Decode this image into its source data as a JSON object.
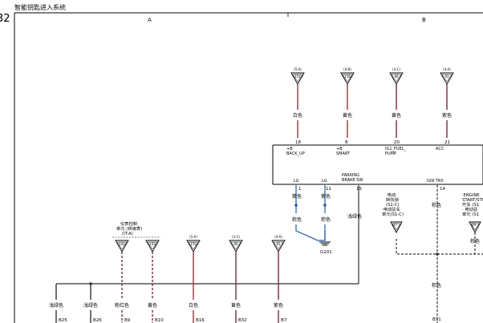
{
  "page": {
    "corner_label": "32",
    "title": "智能钥匙进入系统"
  },
  "zones": [
    "A",
    "B"
  ],
  "top_terminals": [
    {
      "connector": "(5-A)",
      "pin_no": "152",
      "wire": "白色",
      "pin": "18",
      "function": "+B\nBACK_UP",
      "color": "#c8202c"
    },
    {
      "connector": "(4-B)",
      "pin_no": "156",
      "wire": "黄色",
      "pin": "8",
      "function": "+B\nSMART",
      "color": "#c8202c"
    },
    {
      "connector": "(3-C)",
      "pin_no": "66",
      "wire": "黄色",
      "pin": "20",
      "function": "IG1_FUEL_\nPUMP",
      "color": "#7a2a3a"
    },
    {
      "connector": "(4-A)",
      "pin_no": "91",
      "wire": "紫色",
      "pin": "21",
      "function": "ACC",
      "color": "#7a2a3a"
    }
  ],
  "ecu_box": {
    "lg1": "LG",
    "lg2": "LG",
    "parking": "PARKING\nBRAKE SW",
    "ign": "IGN TRX",
    "pins": [
      "1",
      "11",
      "15",
      "14"
    ]
  },
  "ground": {
    "wire_top1": "紫色",
    "wire_top2": "紫色",
    "wire_bot1": "棕色",
    "wire_bot2": "棕色",
    "label": "G101",
    "color": "#1f5aa6"
  },
  "parking_wire": "浅绿色",
  "ign_wire_top": "棕色",
  "ign_wire_bot": "棕色",
  "ign_pin_bottom": "B11",
  "unit_motor": {
    "text": "·电动\n转向锁\n(S1-C)\n·电动驻车\n单元(S1-C)",
    "pin_no": "27"
  },
  "unit_engine": {
    "text": "· ENGINE\nSTART/STO\n开关 (S1\n· 电动驻\n单元 (S1",
    "pin_no": "29",
    "wire": "棕色"
  },
  "meter_label": "仪表控制\n单元 (转速表)\n(IT-A)",
  "bottom_terminals": [
    {
      "wire": "浅绿色",
      "pin": "B25",
      "pin_no": "",
      "connector": "",
      "color": "#333333",
      "dashed": false
    },
    {
      "wire": "浅绿色",
      "pin": "B26",
      "pin_no": "",
      "connector": "",
      "color": "#333333",
      "dashed": false
    },
    {
      "wire": "粉红色",
      "pin": "B9",
      "pin_no": "102",
      "connector": "",
      "color": "#7a2a3a",
      "dashed": true
    },
    {
      "wire": "黄色",
      "pin": "B10",
      "pin_no": "103",
      "connector": "",
      "color": "#7a2a3a",
      "dashed": true
    },
    {
      "wire": "白色",
      "pin": "B16",
      "pin_no": "155",
      "connector": "(5-A)",
      "color": "#c8202c",
      "dashed": false
    },
    {
      "wire": "黄色",
      "pin": "B32",
      "pin_no": "66",
      "connector": "(3-C)",
      "color": "#7a2a3a",
      "dashed": false
    },
    {
      "wire": "紫色",
      "pin": "B7",
      "pin_no": "91",
      "connector": "(4-A)",
      "color": "#7a2a3a",
      "dashed": false
    }
  ]
}
